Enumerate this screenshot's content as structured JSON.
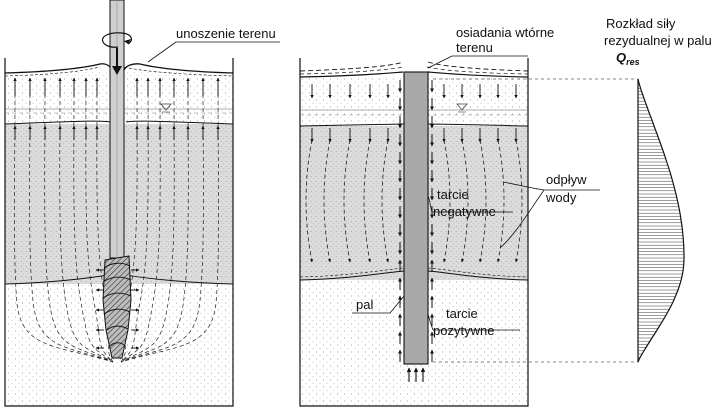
{
  "labels": {
    "ground_uplift": "unoszenie terenu",
    "secondary_settlement_line1": "osiadania wtórne",
    "secondary_settlement_line2": "terenu",
    "residual_force_line1": "Rozkład siły",
    "residual_force_line2": "rezydualnej w palu",
    "residual_force_symbol": "Q",
    "residual_force_subscript": "res",
    "water_outflow_line1": "odpływ",
    "water_outflow_line2": "wody",
    "negative_friction_line1": "tarcie",
    "negative_friction_line2": "negatywne",
    "pile": "pal",
    "positive_friction_line1": "tarcie",
    "positive_friction_line2": "pozytywne"
  },
  "colors": {
    "clay_layer": "#dcdcdc",
    "sand_layer": "#ffffff",
    "pile_fill": "#a9a9a9",
    "auger_fill": "#c8c8c8",
    "lines": "#111111"
  },
  "icons": [
    "water-table-icon",
    "rotation-arrow-icon",
    "push-down-arrow-icon"
  ]
}
